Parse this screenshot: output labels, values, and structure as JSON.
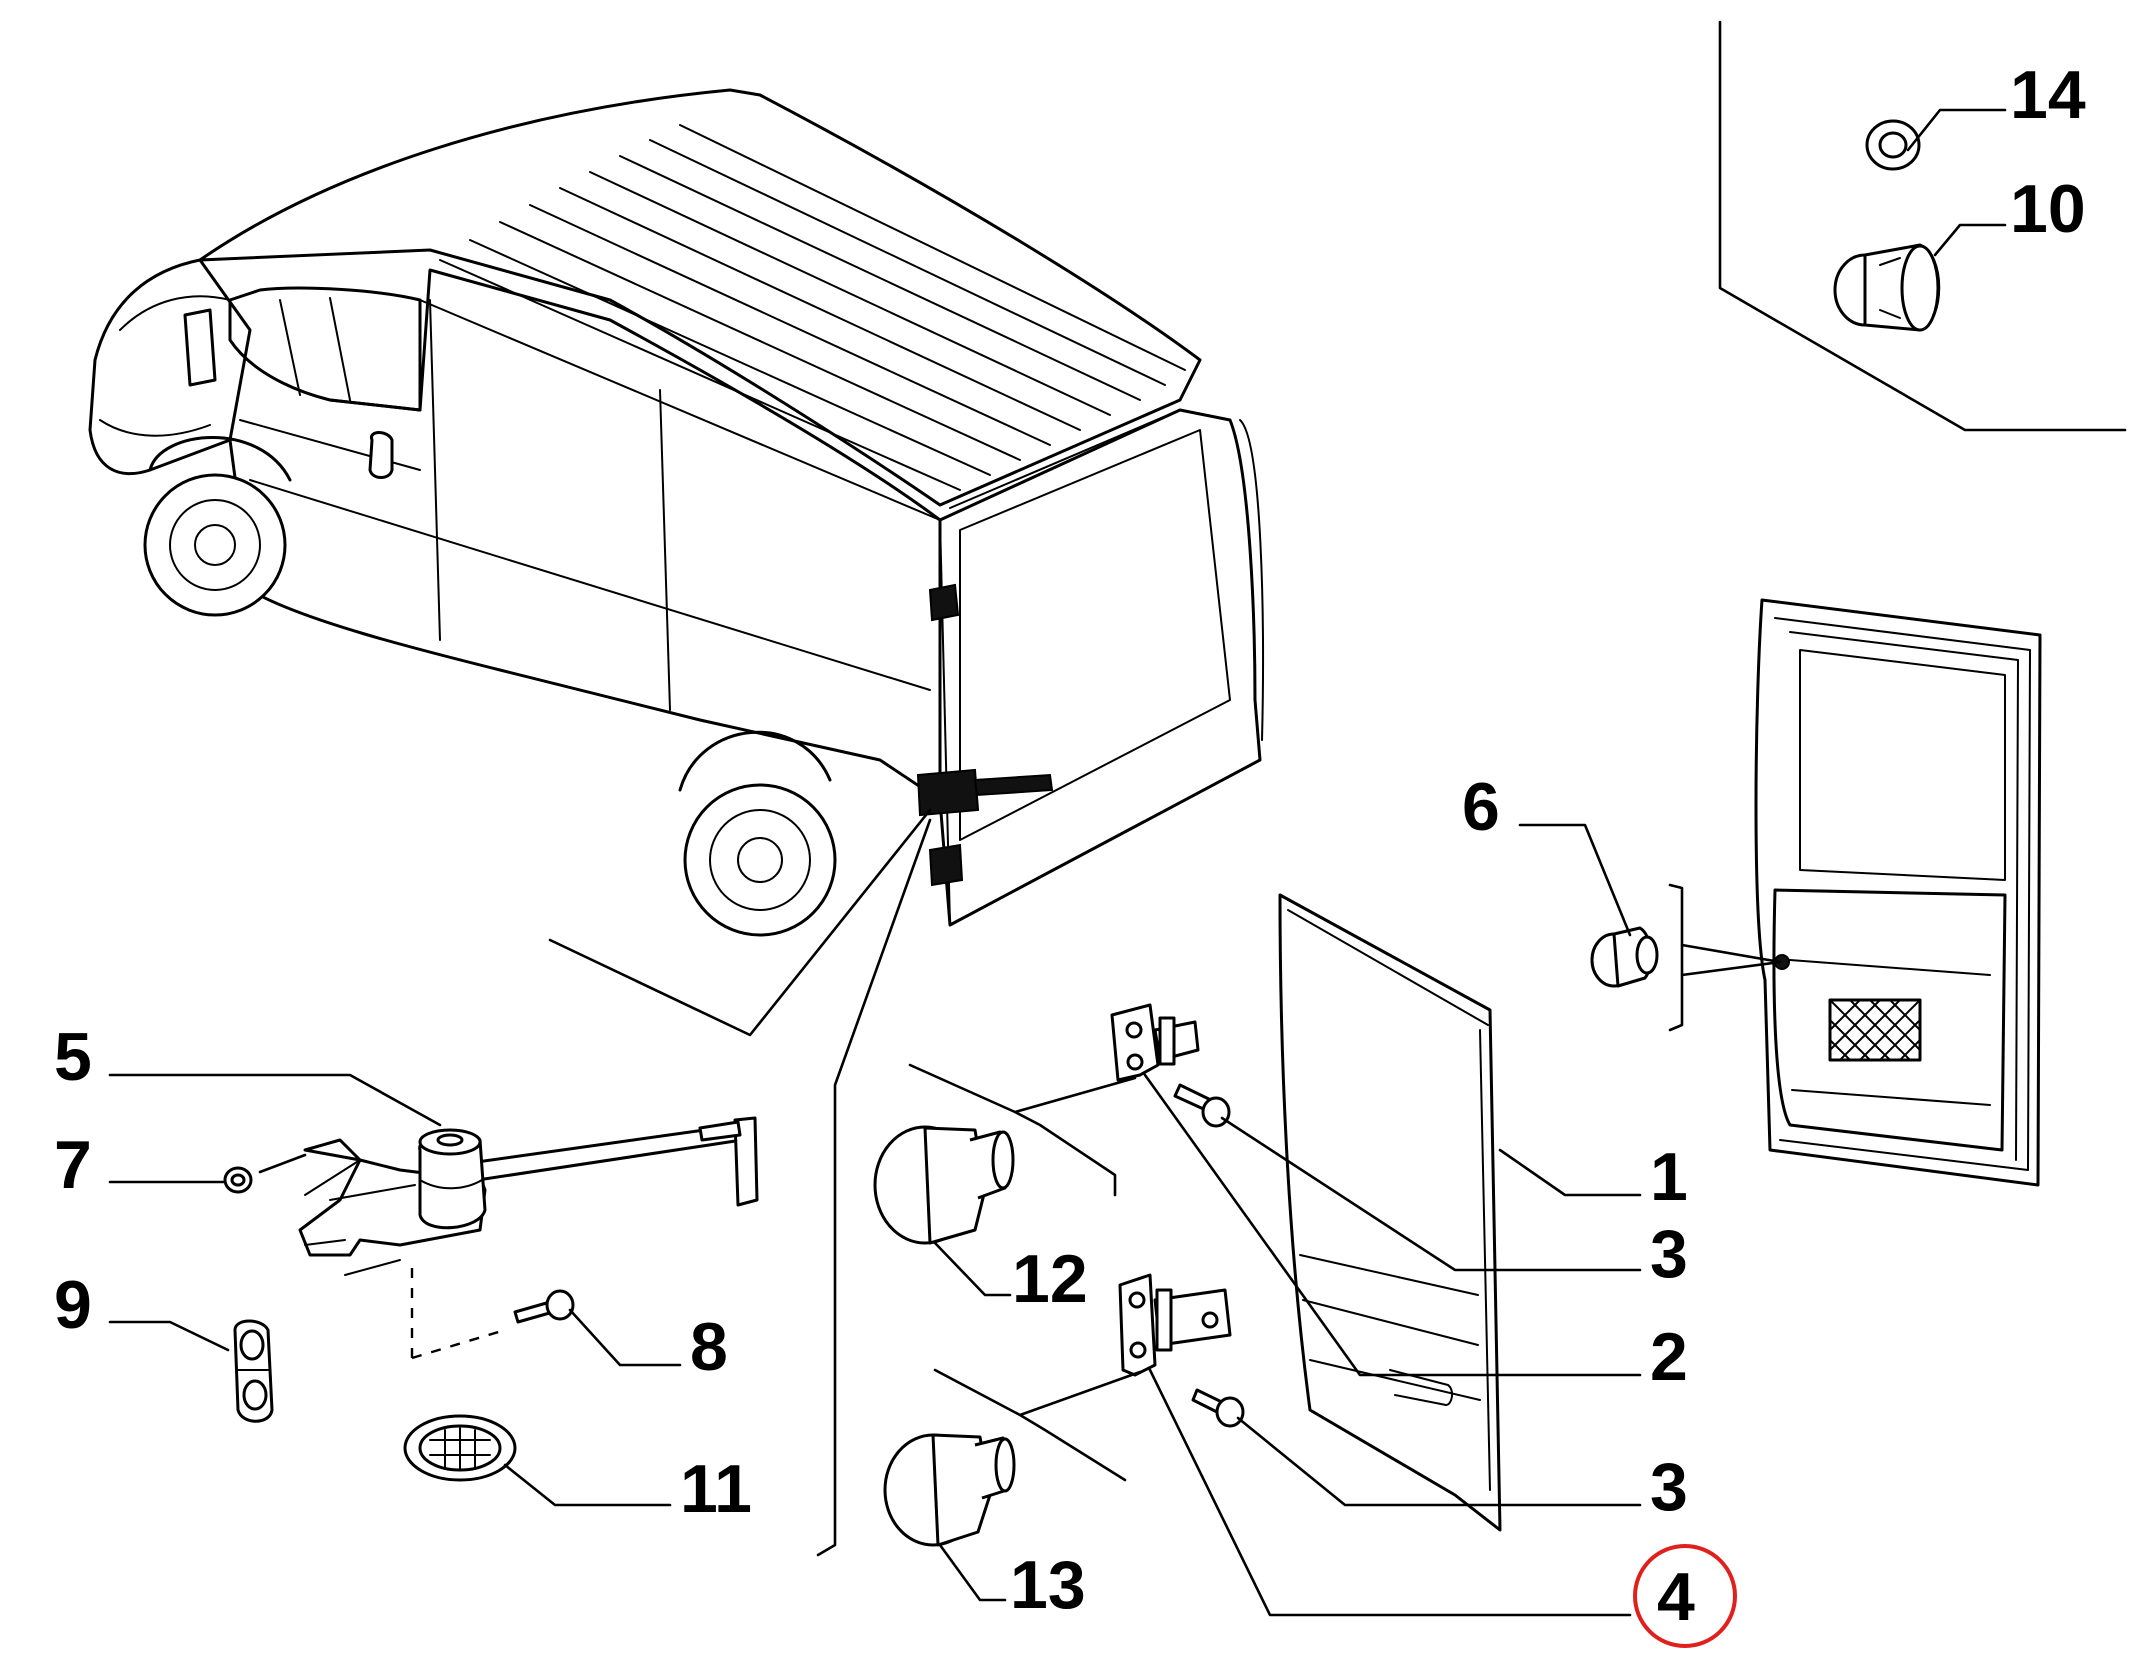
{
  "callouts": {
    "c1": "1",
    "c2": "2",
    "c3a": "3",
    "c3b": "3",
    "c4": "4",
    "c5": "5",
    "c6": "6",
    "c7": "7",
    "c8": "8",
    "c9": "9",
    "c10": "10",
    "c11": "11",
    "c12": "12",
    "c13": "13",
    "c14": "14"
  },
  "colors": {
    "line": "#000000",
    "background": "#ffffff",
    "highlight_circle": "#e0201c"
  },
  "highlighted_callout": "4"
}
